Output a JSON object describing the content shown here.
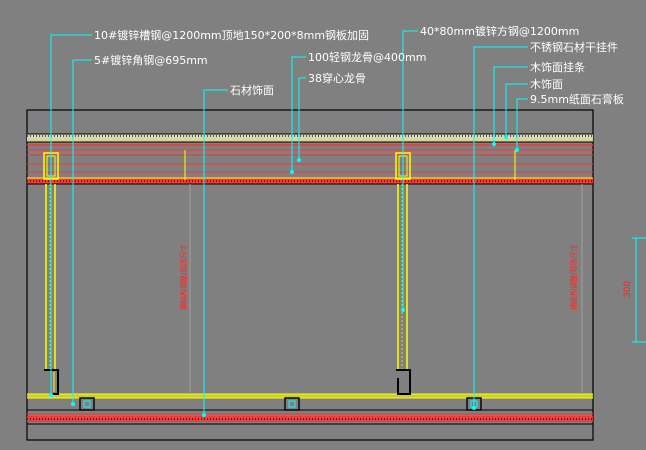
{
  "drawing": {
    "title": "",
    "callouts": [
      {
        "id": "channel-steel",
        "text": "10#镀锌槽钢@1200mm顶地150*200*8mm钢板加固"
      },
      {
        "id": "angle-steel",
        "text": "5#镀锌角钢@695mm"
      },
      {
        "id": "stone-finish",
        "text": "石材饰面"
      },
      {
        "id": "light-keel",
        "text": "100轻钢龙骨@400mm"
      },
      {
        "id": "through-keel",
        "text": "38穿心龙骨"
      },
      {
        "id": "square-steel",
        "text": "40*80mm镀锌方钢@1200mm"
      },
      {
        "id": "stone-hanger",
        "text": "不锈钢石材干挂件"
      },
      {
        "id": "wood-strip",
        "text": "木饰面挂条"
      },
      {
        "id": "wood-finish",
        "text": "木饰面"
      },
      {
        "id": "gypsum-board",
        "text": "9.5mm纸面石膏板"
      }
    ],
    "vertical_labels": {
      "left": "钢结构调整/现场尺寸",
      "right": "钢结构调整/现场尺寸"
    },
    "dimension": "300",
    "colors": {
      "background": "#808080",
      "leader": "#00ffff",
      "wall": "#ffff00",
      "stone": "#ff3030",
      "frame": "#000000",
      "text": "#ffffff"
    }
  }
}
